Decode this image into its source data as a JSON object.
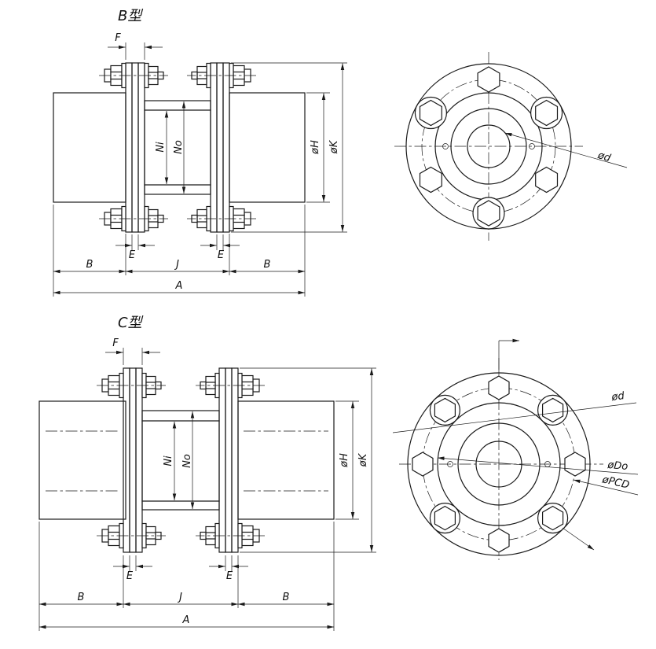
{
  "colors": {
    "line": "#1a1a1a",
    "background": "#ffffff"
  },
  "b_view": {
    "title": "B型",
    "dims": {
      "f": "F",
      "ni": "Ni",
      "no": "No",
      "phi_h": "øH",
      "phi_k": "øK",
      "e": "E",
      "b": "B",
      "j": "J",
      "a": "A"
    },
    "front": {
      "phi_d": "ød"
    }
  },
  "c_view": {
    "title": "C型",
    "dims": {
      "f": "F",
      "ni": "Ni",
      "no": "No",
      "phi_h": "øH",
      "phi_k": "øK",
      "e": "E",
      "b": "B",
      "j": "J",
      "a": "A"
    },
    "front": {
      "phi_d": "ød",
      "phi_do": "øDo",
      "phi_pcd": "øPCD"
    }
  }
}
